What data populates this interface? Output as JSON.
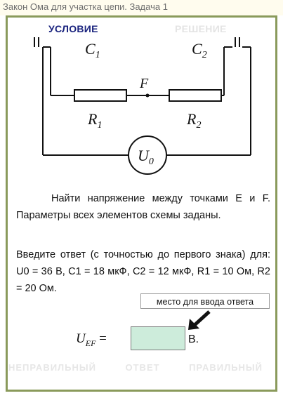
{
  "window": {
    "title": "Закон Ома для участка цепи. Задача 1"
  },
  "tabs": {
    "condition": "УСЛОВИЕ",
    "solution": "РЕШЕНИЕ"
  },
  "circuit": {
    "capacitor1": "C1",
    "capacitor2": "C2",
    "node_f": "F",
    "resistor1": "R1",
    "resistor2": "R2",
    "source": "U0"
  },
  "task": {
    "text": "Найти напряжение между точками E и F. Параметры всех элементов схемы заданы."
  },
  "input_instructions": {
    "text": "Введите ответ (с точностью до первого знака) для: U0 = 36 В, C1 = 18 мкФ, C2 = 12 мкФ, R1 = 10 Ом, R2 = 20 Ом."
  },
  "answer": {
    "hint": "место для ввода ответа",
    "label_main": "U",
    "label_sub": "EF",
    "equals": " =",
    "value": "",
    "unit": "В."
  },
  "status": {
    "wrong": "НЕПРАВИЛЬНЫЙ",
    "answer": "ОТВЕТ",
    "correct": "ПРАВИЛЬНЫЙ"
  },
  "colors": {
    "frame": "#8a9a5b",
    "tab_active": "#1a237e",
    "input_bg": "#cdecdb"
  }
}
